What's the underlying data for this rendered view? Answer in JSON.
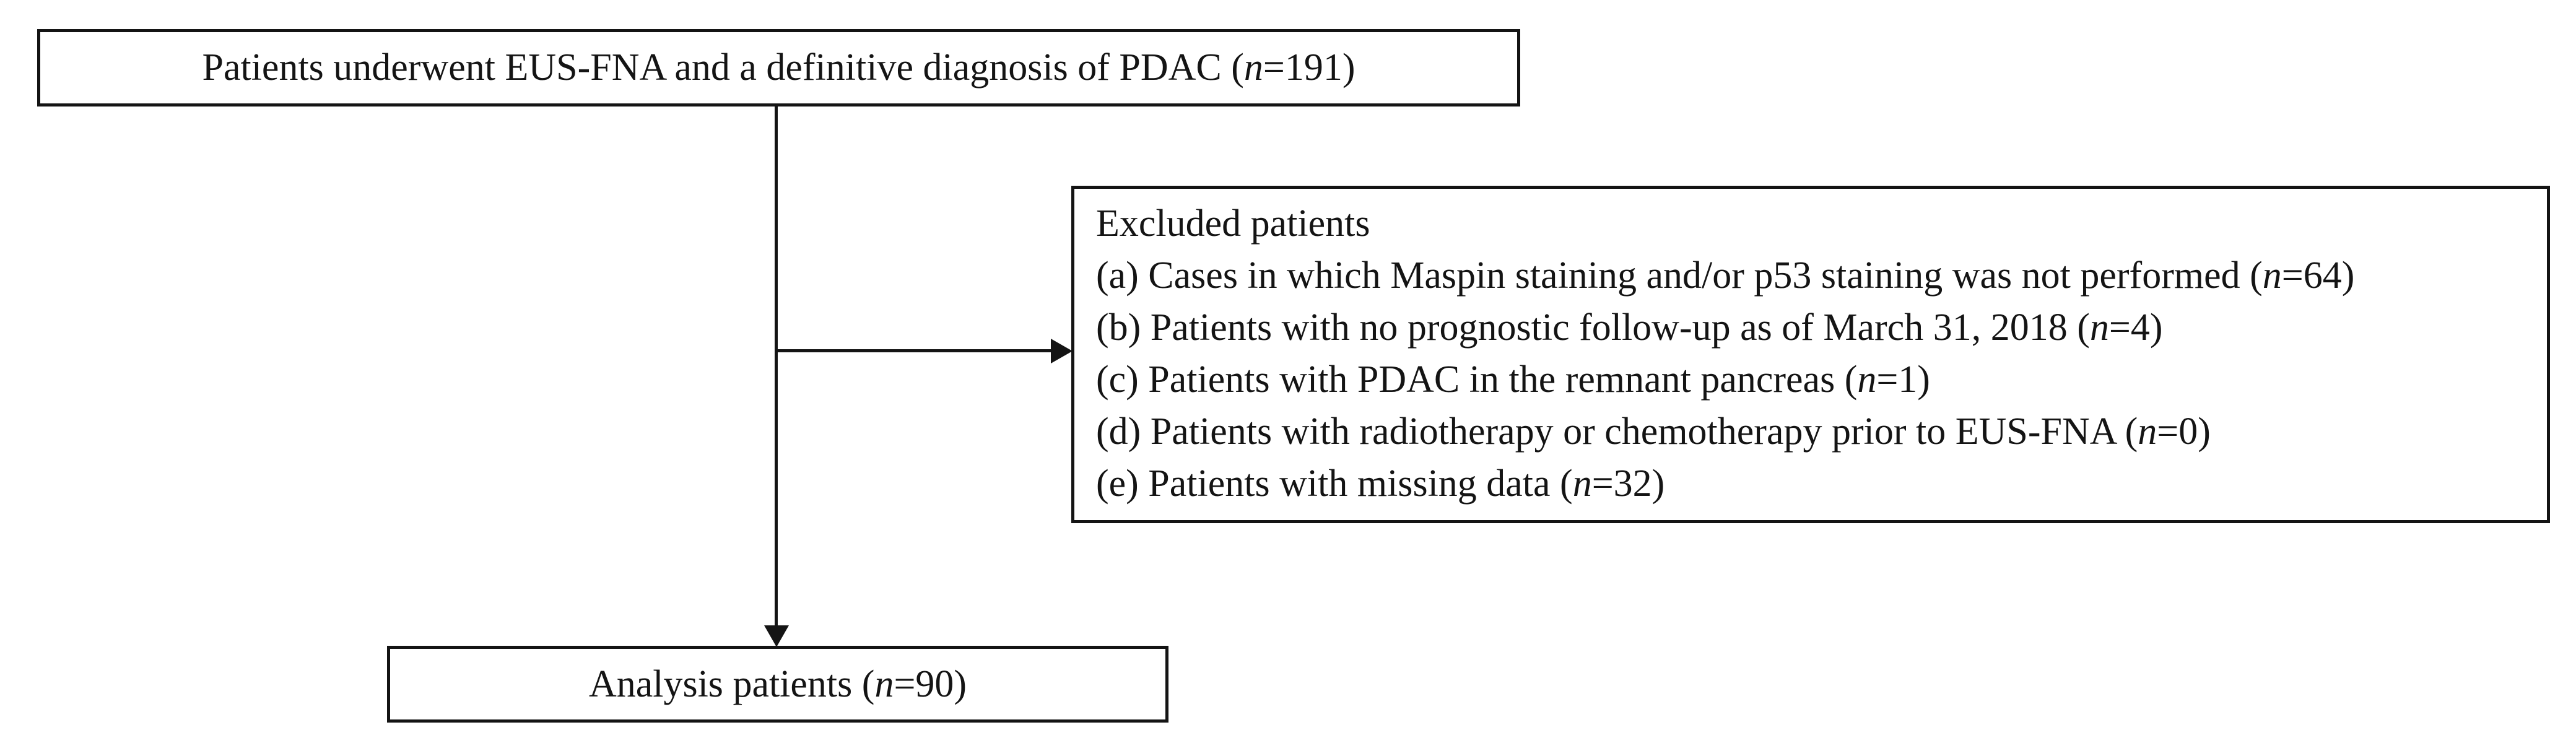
{
  "diagram": {
    "type": "patient-flow-chart",
    "top_box": {
      "label": "Patients underwent EUS-FNA and a definitive diagnosis of PDAC (n=191)",
      "n": 191
    },
    "excluded_box": {
      "title": "Excluded patients",
      "items": [
        "(a) Cases in which Maspin staining and/or p53 staining was not performed (n=64)",
        "(b) Patients with no prognostic follow-up as of March 31, 2018 (n=4)",
        "(c) Patients with PDAC in the remnant pancreas (n=1)",
        "(d) Patients with radiotherapy or chemotherapy prior to EUS-FNA (n=0)",
        "(e) Patients with missing data (n=32)"
      ],
      "item_counts": [
        64,
        4,
        1,
        0,
        32
      ]
    },
    "analysis_box": {
      "label": "Analysis patients (n=90)",
      "n": 90
    },
    "colors": {
      "line": "#141414",
      "text": "#141414",
      "background": "#ffffff"
    }
  }
}
